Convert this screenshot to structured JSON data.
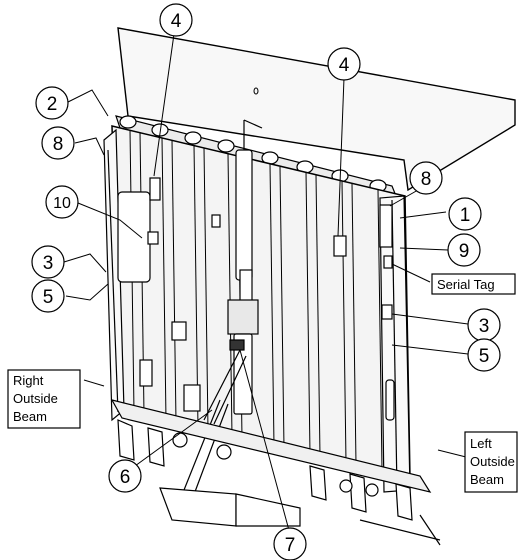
{
  "callouts": {
    "c1": "1",
    "c2": "2",
    "c3a": "3",
    "c3b": "3",
    "c4a": "4",
    "c4b": "4",
    "c5a": "5",
    "c5b": "5",
    "c6": "6",
    "c7": "7",
    "c8a": "8",
    "c8b": "8",
    "c9": "9",
    "c10": "10"
  },
  "boxes": {
    "serial_tag": "Serial Tag",
    "right_outside_beam": [
      "Right",
      "Outside",
      "Beam"
    ],
    "left_outside_beam": [
      "Left",
      "Outside",
      "Beam"
    ]
  },
  "colors": {
    "line": "#000000",
    "background": "#ffffff",
    "panel": "#f4f4f4"
  }
}
